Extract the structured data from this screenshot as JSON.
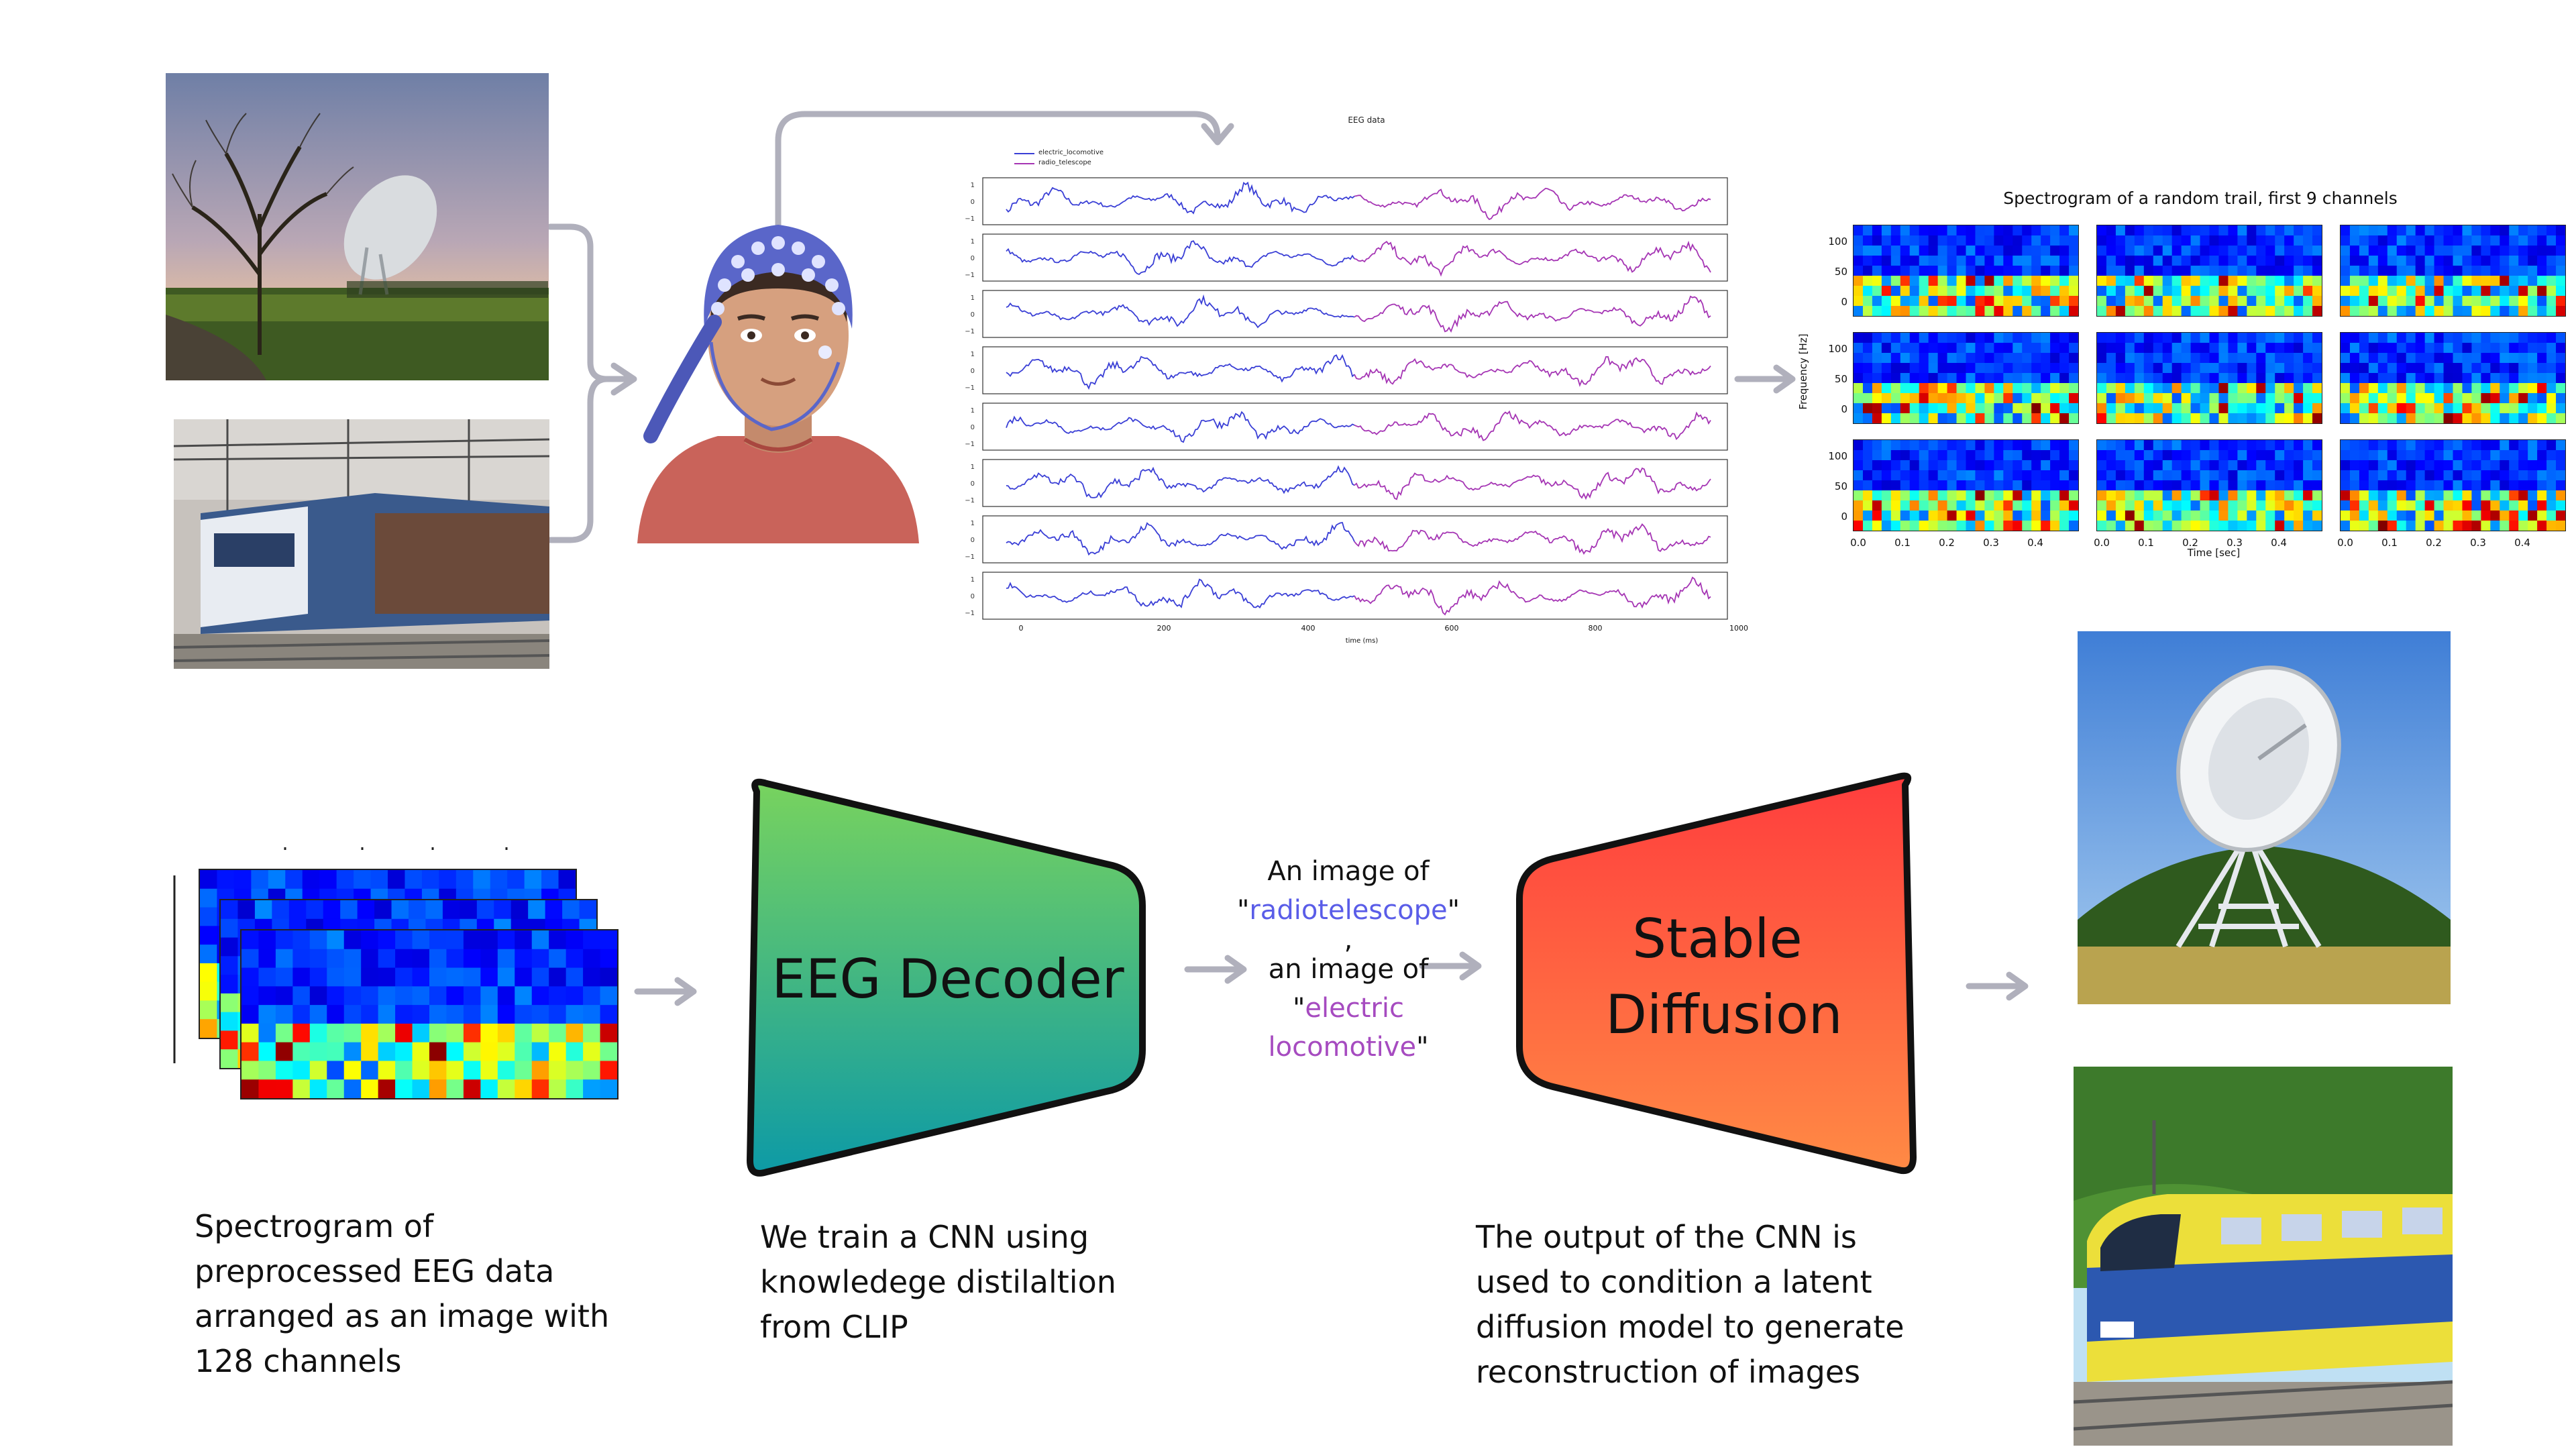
{
  "colors": {
    "arrow": "#b0b0bc",
    "eeg_series_1": "#3a3fd6",
    "eeg_series_2": "#a535b4",
    "decoder_top": "#78d35e",
    "decoder_bottom": "#0d9aa6",
    "diffusion_top": "#ff3d3d",
    "diffusion_bottom": "#ff8a45",
    "word_radio": "#5a5de8",
    "word_loco": "#a64bc0"
  },
  "photos": [
    {
      "icon": "radio-telescope-landscape-photo"
    },
    {
      "icon": "electric-locomotive-photo"
    },
    {
      "icon": "eeg-person-illustration"
    },
    {
      "icon": "generated-radio-telescope-photo"
    },
    {
      "icon": "generated-train-photo"
    }
  ],
  "eeg_plot": {
    "title": "EEG data",
    "legend": [
      "electric_locomotive",
      "radio_telescope"
    ],
    "xlabel": "time (ms)",
    "xticks": [
      "0",
      "200",
      "400",
      "600",
      "800",
      "1000"
    ]
  },
  "spectrogram_grid": {
    "title": "Spectrogram of a random trail, first 9 channels",
    "ylabel": "Frequency [Hz]",
    "xlabel": "Time [sec]",
    "yticks": [
      "100",
      "50",
      "0"
    ],
    "xticks": [
      "0.0",
      "0.1",
      "0.2",
      "0.3",
      "0.4"
    ]
  },
  "decoder": {
    "label": "EEG Decoder"
  },
  "diffusion": {
    "label_line1": "Stable",
    "label_line2": "Diffusion"
  },
  "prompt_text": {
    "line1": "An image of",
    "quote_open": "\"",
    "word1": "radiotelescope",
    "quote_close": "\"",
    "separator": ",",
    "line3": "an image of",
    "word2_line1": "electric",
    "word2_line2": "locomotive",
    "quote_close2": "\""
  },
  "captions": {
    "spectrogram": "Spectrogram of\npreprocessed EEG data\narranged as an image with\n128 channels",
    "cnn": "We train a CNN using\nknowledege distilaltion\nfrom CLIP",
    "diffusion": "The output of the CNN is\nused to condition a latent\ndiffusion model to generate\nreconstruction of images"
  }
}
